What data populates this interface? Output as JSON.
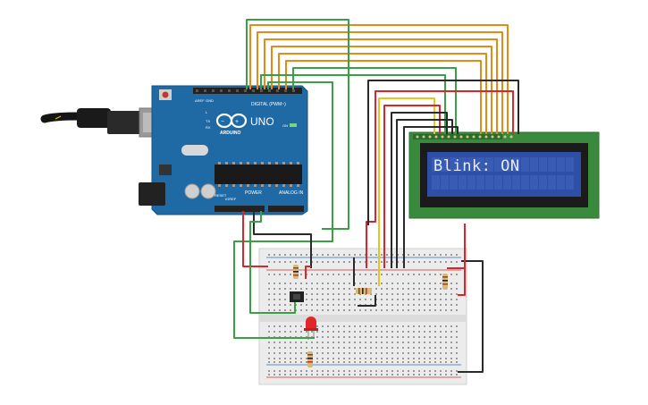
{
  "arduino": {
    "brand": "ARDUINO",
    "model": "UNO",
    "digital_label": "DIGITAL (PWM~)",
    "power_label": "POWER",
    "analog_label": "ANALOG IN",
    "tx_label": "TX",
    "rx_label": "RX",
    "l_label": "L",
    "on_label": "ON",
    "aref_label": "AREF",
    "gnd_label": "GND",
    "ioref_label": "IOREF",
    "reset_label": "RESET"
  },
  "lcd": {
    "line1": "Blink: ON",
    "line2": ""
  },
  "colors": {
    "board_blue": "#1f6aa5",
    "lcd_green": "#3a8a3e",
    "lcd_screen": "#2d4fa8",
    "wire_orange": "#e58a12",
    "wire_red": "#d9262c",
    "wire_black": "#2a2a2a",
    "wire_green": "#3aa046",
    "wire_yellow": "#e8c51a",
    "breadboard": "#ececec",
    "led_red": "#e02828"
  }
}
